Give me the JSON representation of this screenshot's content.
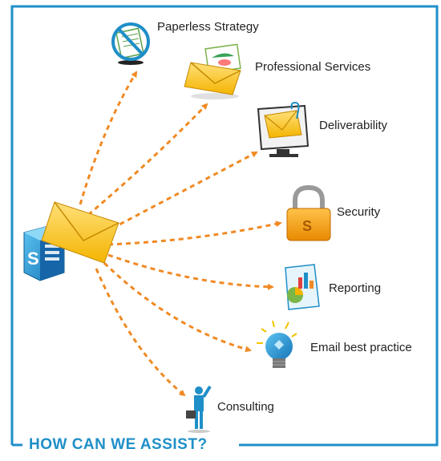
{
  "diagram": {
    "footer_title": "HOW CAN WE ASSIST?",
    "accent_color": "#1f8fc8",
    "arrow_color": "#f08a24",
    "hub": {
      "icons": [
        "server-logo-icon",
        "email-envelope-icon"
      ]
    },
    "services": [
      {
        "label": "Paperless Strategy",
        "icon": "no-paper-icon"
      },
      {
        "label": "Professional Services",
        "icon": "envelope-letter-icon"
      },
      {
        "label": "Deliverability",
        "icon": "monitor-envelope-icon"
      },
      {
        "label": "Security",
        "icon": "padlock-icon"
      },
      {
        "label": "Reporting",
        "icon": "report-chart-icon"
      },
      {
        "label": "Email best practice",
        "icon": "lightbulb-icon"
      },
      {
        "label": "Consulting",
        "icon": "consultant-person-icon"
      }
    ]
  }
}
